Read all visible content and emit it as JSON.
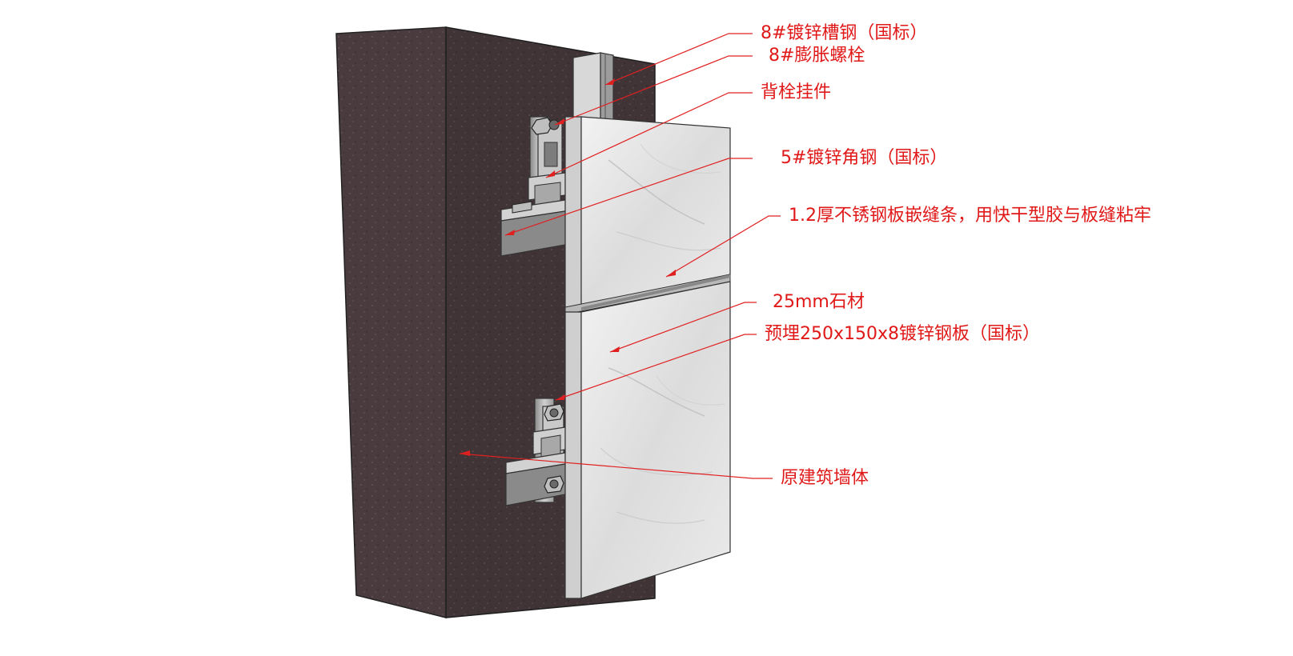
{
  "theme": {
    "label_color": "#e01818",
    "line_color": "#e02020",
    "wall_color": "#4a3c3e",
    "stone_color": "#e6e6e6"
  },
  "labels": [
    {
      "id": "channel",
      "text": "8#镀锌槽钢（国标）"
    },
    {
      "id": "anchor-bolt",
      "text": "8#膨胀螺栓"
    },
    {
      "id": "back-bolt",
      "text": "背栓挂件"
    },
    {
      "id": "angle",
      "text": "5#镀锌角钢（国标）"
    },
    {
      "id": "joint-strip",
      "text": "1.2厚不锈钢板嵌缝条，用快干型胶与板缝粘牢"
    },
    {
      "id": "stone",
      "text": "25mm石材"
    },
    {
      "id": "embed-plate",
      "text": "预埋250x150x8镀锌钢板（国标）"
    },
    {
      "id": "wall",
      "text": "原建筑墙体"
    }
  ]
}
